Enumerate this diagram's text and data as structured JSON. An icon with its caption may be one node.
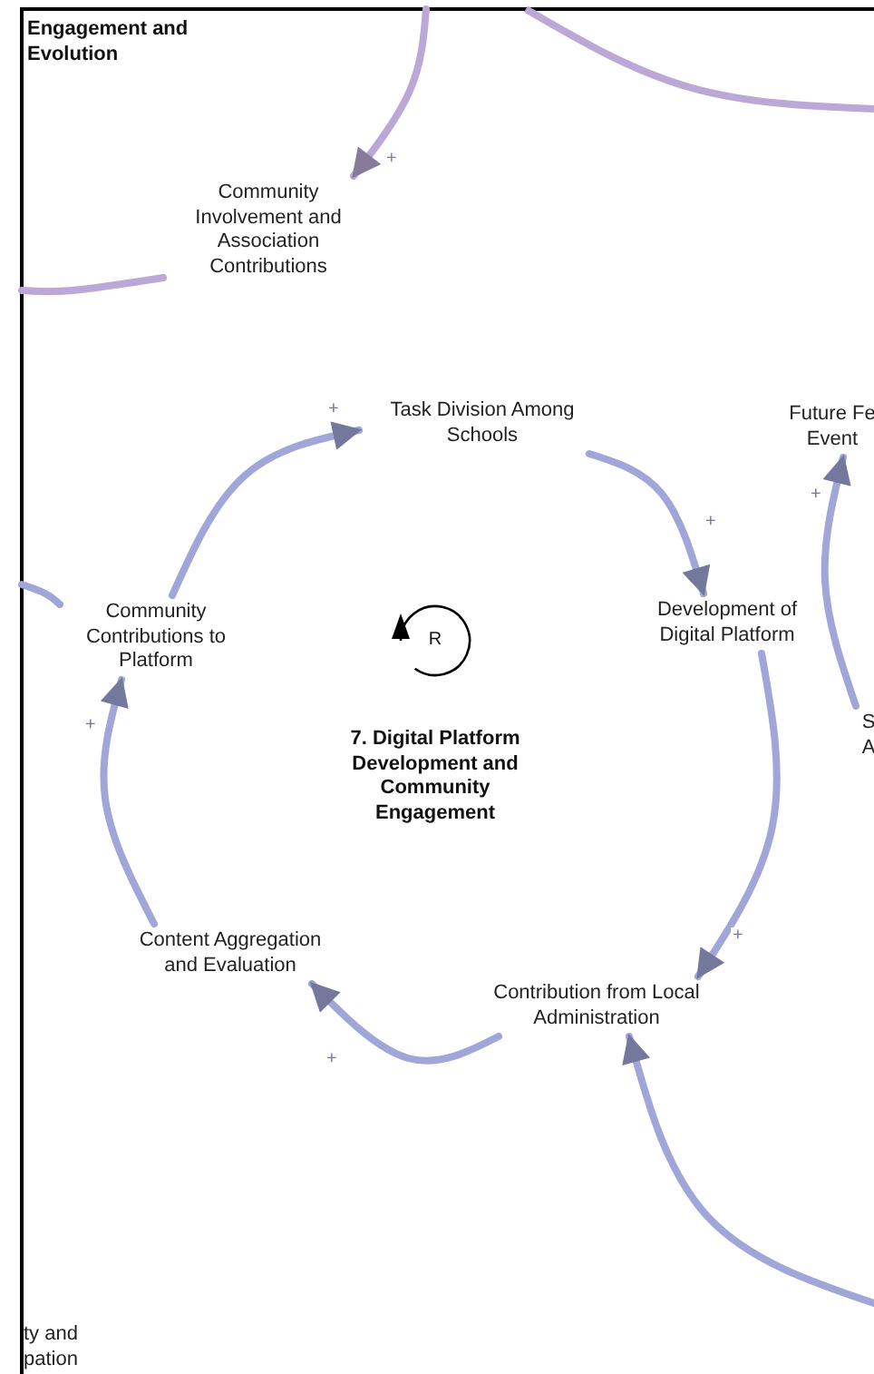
{
  "diagram": {
    "nodes": [
      {
        "text": [
          "Community Involvement and Association Contributions"
        ]
      },
      {
        "text": [
          "Task Division Among Schools"
        ]
      },
      {
        "text": [
          "Future Fe Event"
        ]
      },
      {
        "text": [
          "Community Contributions to Platform"
        ]
      },
      {
        "text": [
          "Development of Digital Platform"
        ]
      },
      {
        "text": [
          "S A"
        ]
      },
      {
        "text": [
          "Content Aggregation and Evaluation"
        ]
      },
      {
        "text": [
          "Contribution from Local Administration"
        ]
      },
      {
        "text": [
          "ty and pation"
        ]
      }
    ],
    "edges": [
      {
        "from": 3,
        "to": 1,
        "arrow": "to",
        "label": "+"
      },
      {
        "from": 1,
        "to": 4,
        "arrow": "to",
        "label": "+"
      },
      {
        "from": 4,
        "to": 7,
        "arrow": "to",
        "label": "+"
      },
      {
        "from": 7,
        "to": 6,
        "arrow": "to",
        "label": "+"
      },
      {
        "from": 6,
        "to": 3,
        "arrow": "to",
        "label": "+"
      },
      {
        "from": 5,
        "to": 2,
        "arrow": "to",
        "label": "+"
      },
      {
        "from": null,
        "to": 7,
        "arrow": "to"
      },
      {
        "from": null,
        "to": 0,
        "arrow": "to",
        "label": "+",
        "color": "#bba8d6"
      },
      {
        "from": 0,
        "to": null,
        "arrow": "none",
        "color": "#bba8d6"
      },
      {
        "from": 3,
        "to": null,
        "arrow": "none"
      }
    ],
    "labels": [
      "Engagement and Evolution",
      "R",
      "7. Digital Platform Development and Community Engagement"
    ]
  }
}
